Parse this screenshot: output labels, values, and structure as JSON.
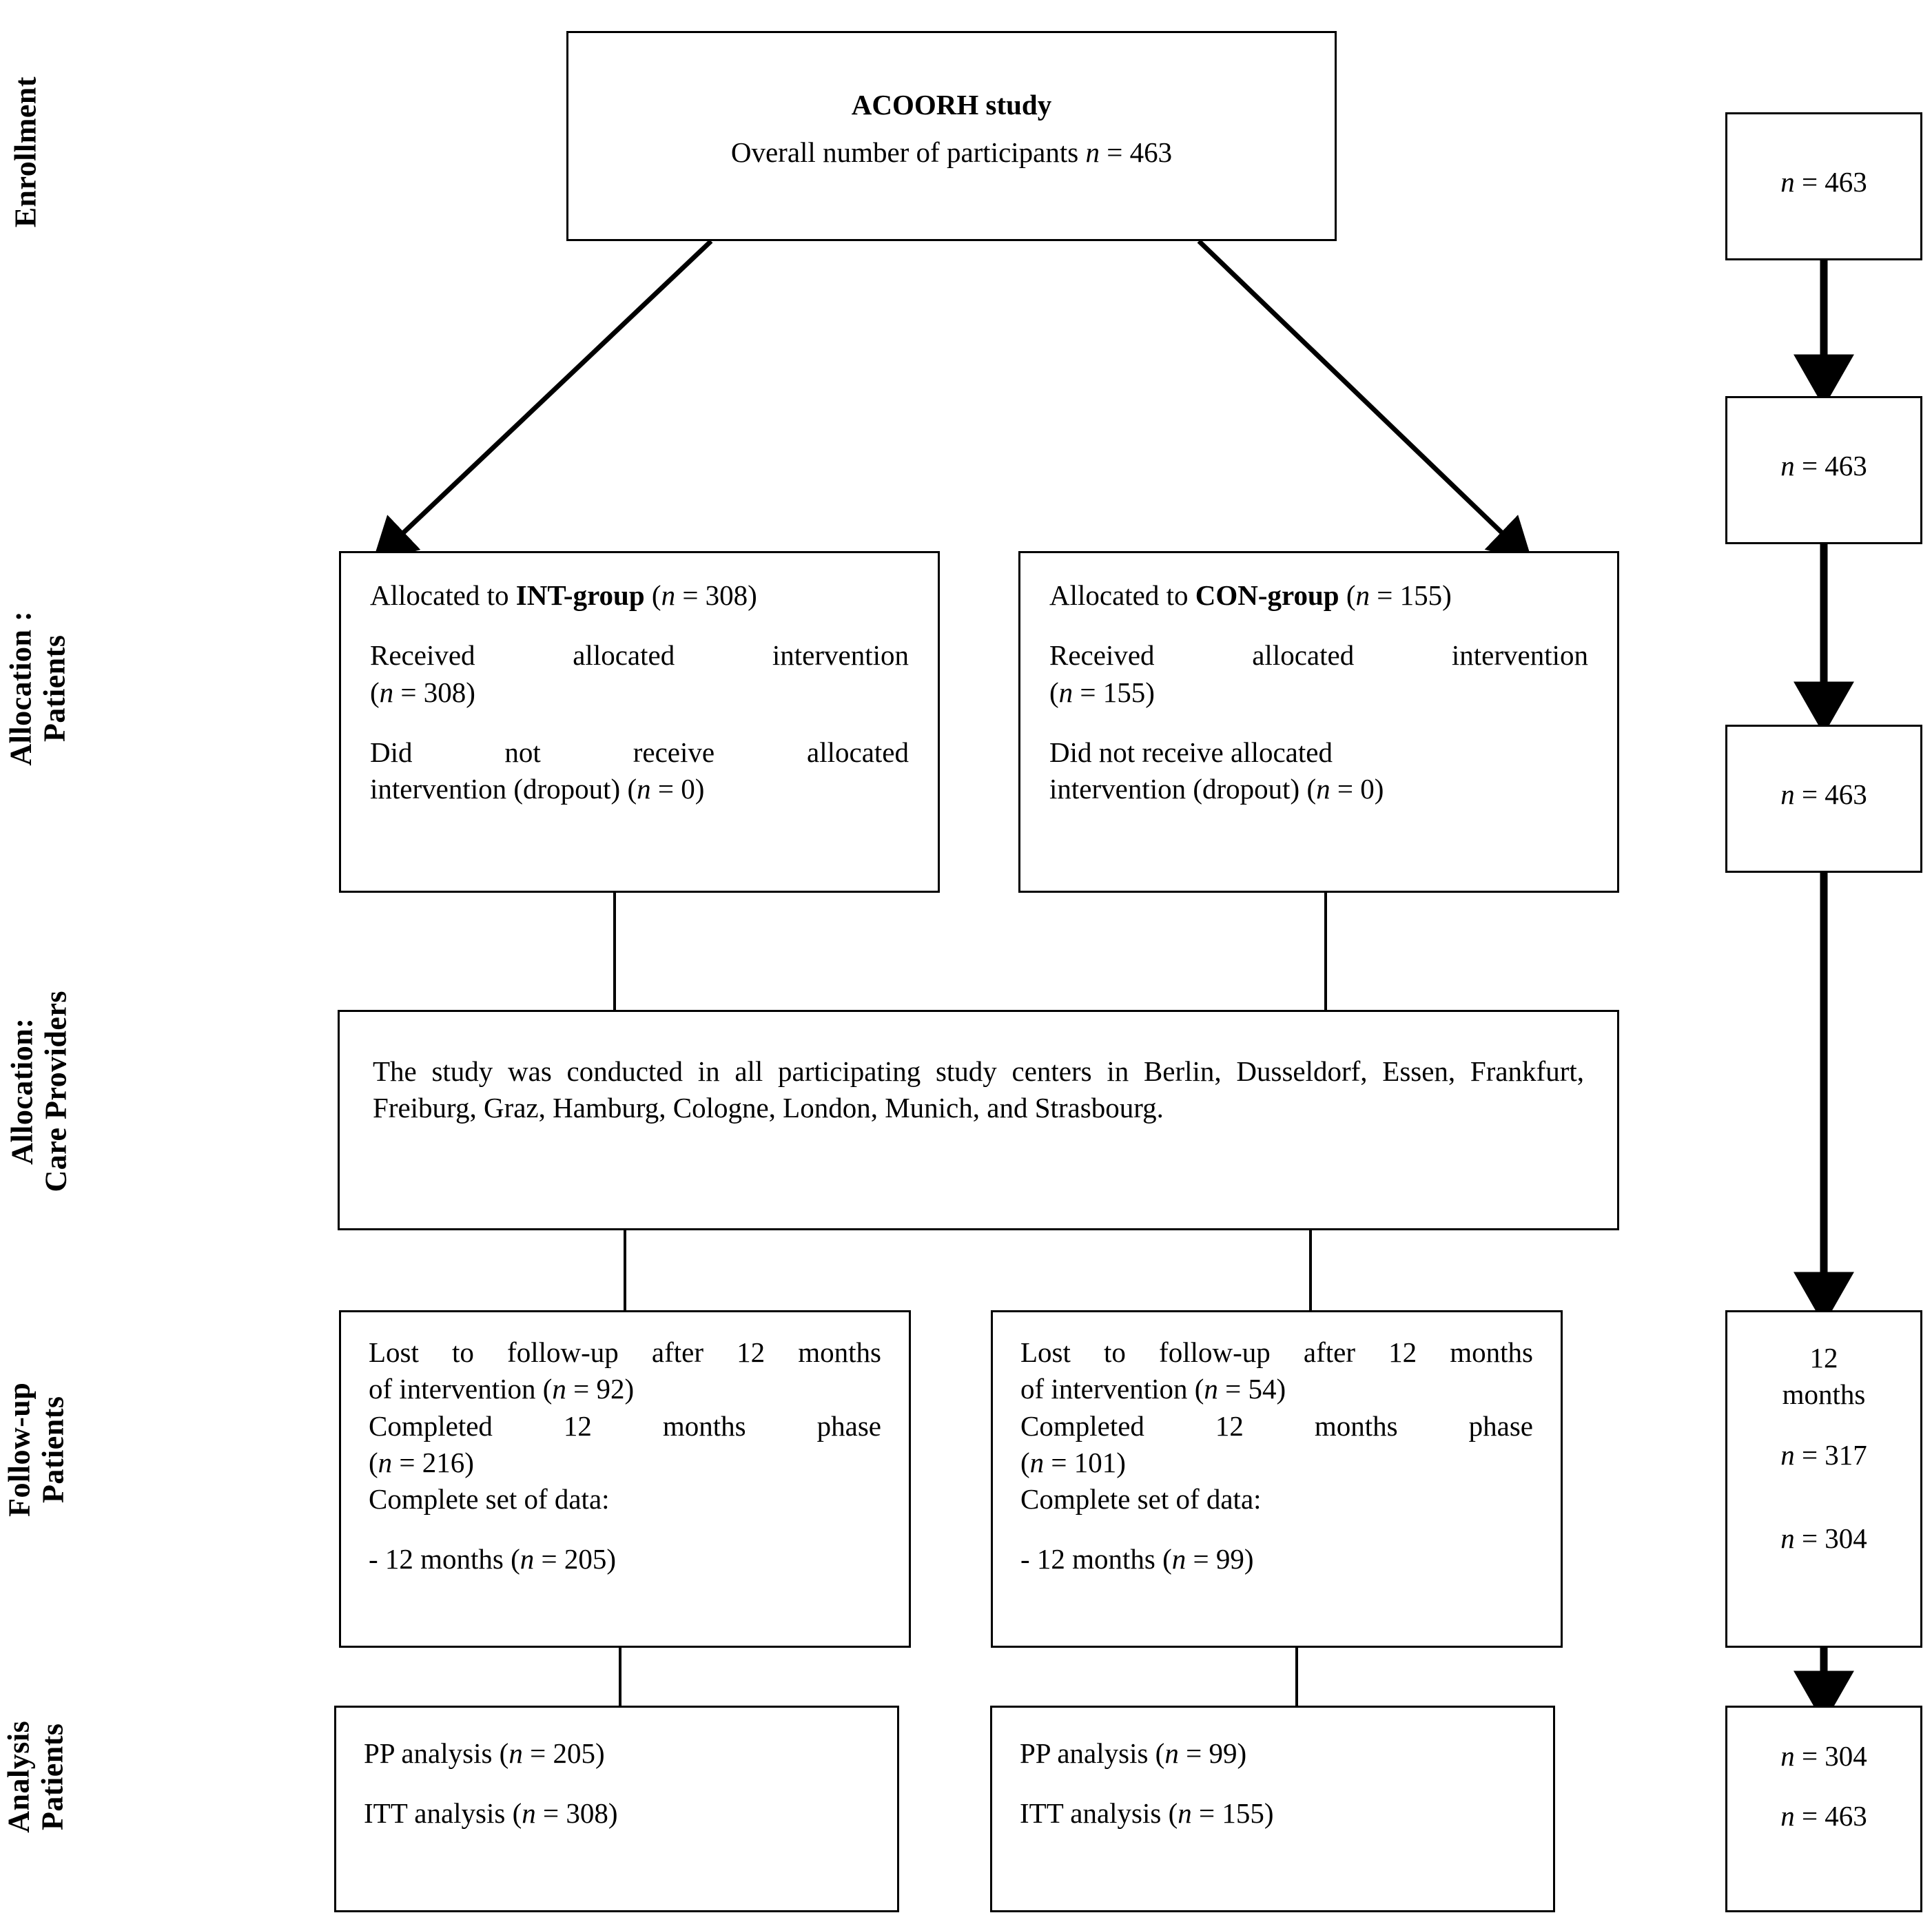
{
  "stages": [
    {
      "id": "enrollment",
      "label": "Enrollment"
    },
    {
      "id": "allocation-patients",
      "label": "Allocation :\nPatients"
    },
    {
      "id": "allocation-care-providers",
      "label": "Allocation:\nCare Providers"
    },
    {
      "id": "followup-patients",
      "label": "Follow-up\nPatients"
    },
    {
      "id": "analysis-patients",
      "label": "Analysis\nPatients"
    }
  ],
  "enrollment_box": {
    "title": "ACOORH study",
    "subtitle_prefix": "Overall number of participants ",
    "subtitle_n": "n",
    "subtitle_value": " = 463"
  },
  "allocation_int": {
    "line1_prefix": "Allocated to ",
    "line1_group": "INT-group",
    "line1_suffix_open": " (",
    "line1_n": "n",
    "line1_value": " = 308)",
    "line2": "Received allocated intervention",
    "line2_n": "n",
    "line2_value": " = 308)",
    "line3": "Did not receive allocated",
    "line4": "intervention (dropout) (",
    "line4_n": "n",
    "line4_value": " = 0)"
  },
  "allocation_con": {
    "line1_prefix": "Allocated to ",
    "line1_group": "CON-group",
    "line1_suffix_open": " (",
    "line1_n": "n",
    "line1_value": " = 155)",
    "line2": "Received allocated intervention",
    "line2_n": "n",
    "line2_value": " = 155)",
    "line3": "Did not receive allocated",
    "line4": "intervention (dropout) (",
    "line4_n": "n",
    "line4_value": " = 0)"
  },
  "care_providers_box": {
    "text": "The study was conducted in all participating study centers in Berlin, Dusseldorf, Essen, Frankfurt, Freiburg, Graz, Hamburg, Cologne, London, Munich, and Strasbourg."
  },
  "followup_int": {
    "l1": "Lost to follow-up after 12 months",
    "l2_pre": "of intervention (",
    "l2_n": "n",
    "l2_val": " = 92)",
    "l3": "Completed 12 months phase",
    "l4_n": "n",
    "l4_val": " = 216)",
    "l5": "Complete set of data:",
    "l6_pre": "- 12 months (",
    "l6_n": "n",
    "l6_val": " = 205)"
  },
  "followup_con": {
    "l1": "Lost to follow-up after 12 months",
    "l2_pre": "of intervention (",
    "l2_n": "n",
    "l2_val": " = 54)",
    "l3": "Completed 12 months phase",
    "l4_n": "n",
    "l4_val": " = 101)",
    "l5": "Complete set of data:",
    "l6_pre": "- 12 months (",
    "l6_n": "n",
    "l6_val": " = 99)"
  },
  "analysis_int": {
    "pp_pre": "PP analysis (",
    "pp_n": "n",
    "pp_val": " = 205)",
    "itt_pre": "ITT analysis (",
    "itt_n": "n",
    "itt_val": " = 308)"
  },
  "analysis_con": {
    "pp_pre": "PP analysis (",
    "pp_n": "n",
    "pp_val": " = 99)",
    "itt_pre": "ITT analysis (",
    "itt_n": "n",
    "itt_val": " = 155)"
  },
  "right_column": {
    "box1": {
      "n": "n",
      "val": " = 463"
    },
    "box2": {
      "n": "n",
      "val": " = 463"
    },
    "box3": {
      "n": "n",
      "val": " = 463"
    },
    "box4": {
      "period_num": "12",
      "period_unit": "months",
      "a_n": "n",
      "a_val": " = 317",
      "b_n": "n",
      "b_val": " = 304"
    },
    "box5": {
      "a_n": "n",
      "a_val": " = 304",
      "b_n": "n",
      "b_val": " = 463"
    }
  },
  "colors": {
    "stroke": "#000000",
    "background": "#ffffff"
  }
}
